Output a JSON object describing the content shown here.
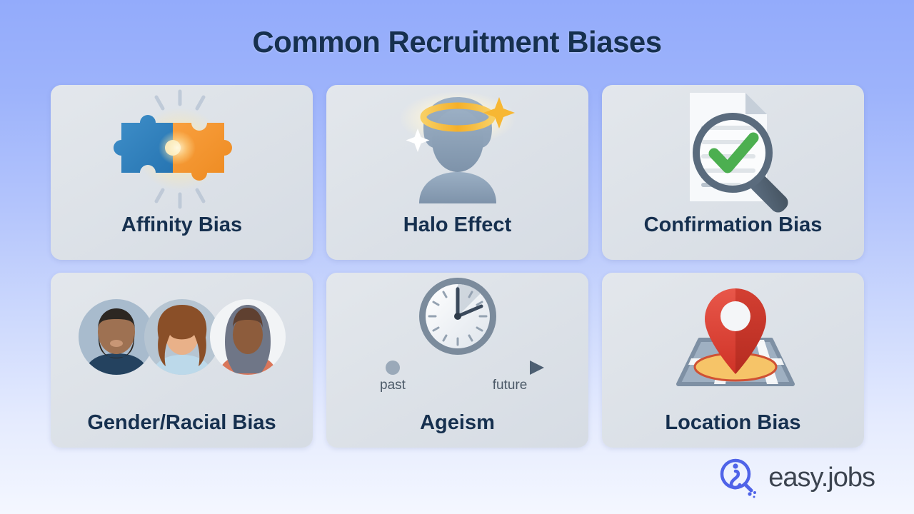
{
  "header": {
    "title": "Common Recruitment Biases"
  },
  "cards": [
    {
      "label": "Affinity Bias",
      "icon": "puzzle-pieces-icon"
    },
    {
      "label": "Halo Effect",
      "icon": "haloed-person-icon"
    },
    {
      "label": "Confirmation Bias",
      "icon": "document-magnifier-check-icon"
    },
    {
      "label": "Gender/Racial Bias",
      "icon": "three-avatars-icon"
    },
    {
      "label": "Ageism",
      "icon": "clock-timeline-icon"
    },
    {
      "label": "Location Bias",
      "icon": "map-pin-icon"
    }
  ],
  "ageism_timeline": {
    "start_label": "past",
    "end_label": "future"
  },
  "brand": {
    "name": "easy.jobs",
    "logo_icon": "easyjobs-magnifier-logo"
  },
  "colors": {
    "background_top": "#93abfb",
    "background_bottom": "#f4f7ff",
    "card_fill": "#dee3e9",
    "title_navy": "#16304f",
    "puzzle_blue": "#2f80bd",
    "puzzle_orange": "#f2922f",
    "halo_gold": "#f5b731",
    "check_green": "#4caf50",
    "pin_red": "#d93c30",
    "pin_base_orange": "#f5c165",
    "slate": "#5a6b7d",
    "brand_blue": "#4f63e8",
    "brand_text": "#3c4450"
  }
}
